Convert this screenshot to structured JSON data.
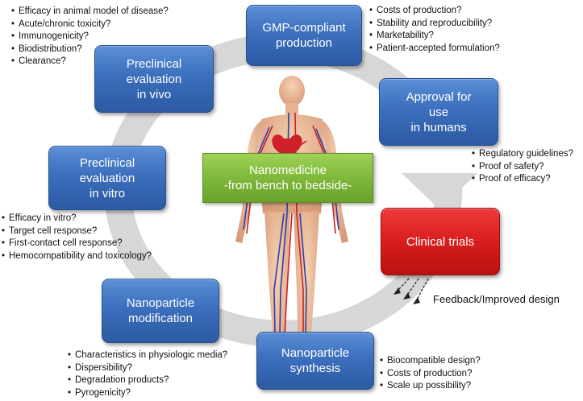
{
  "colors": {
    "stage_blue": "#3c6fbd",
    "clinical_red": "#d81d1d",
    "center_green": "#7fb83a",
    "cycle_arrow_gray": "#d6d6d6"
  },
  "center": {
    "label": "Nanomedicine\n-from bench to bedside-",
    "figure": "human-body-vascular-illustration"
  },
  "stages": {
    "gmp": "GMP-compliant\nproduction",
    "approval": "Approval for\nuse\nin humans",
    "clinical": "Clinical trials",
    "synthesis": "Nanoparticle\nsynthesis",
    "modification": "Nanoparticle\nmodification",
    "vitro": "Preclinical\nevaluation\nin vitro",
    "vivo": "Preclinical\nevaluation\nin vivo"
  },
  "questions": {
    "vivo": [
      "Efficacy in animal model of disease?",
      "Acute/chronic toxicity?",
      "Immunogenicity?",
      "Biodistribution?",
      "Clearance?"
    ],
    "gmp": [
      "Costs of production?",
      "Stability and reproducibility?",
      "Marketability?",
      "Patient-accepted formulation?"
    ],
    "approval": [
      "Regulatory guidelines?",
      "Proof of safety?",
      "Proof of efficacy?"
    ],
    "vitro": [
      "Efficacy in vitro?",
      "Target cell response?",
      "First-contact cell response?",
      "Hemocompatibility and toxicology?"
    ],
    "modification": [
      "Characteristics in physiologic media?",
      "Dispersibility?",
      "Degradation products?",
      "Pyrogenicity?"
    ],
    "synthesis": [
      "Biocompatible design?",
      "Costs of production?",
      "Scale up possibility?"
    ]
  },
  "feedback": {
    "label": "Feedback/Improved design"
  }
}
